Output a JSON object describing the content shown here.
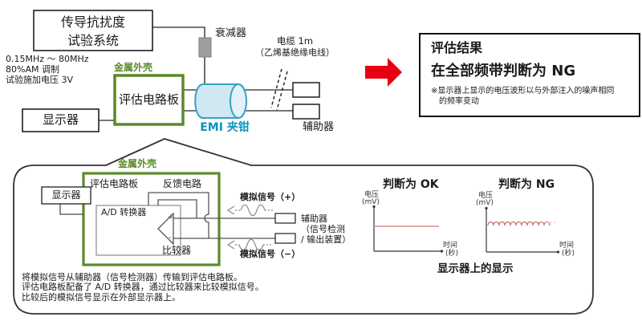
{
  "top": {
    "test_system_box": {
      "line1": "传导抗扰度",
      "line2": "试验系统"
    },
    "test_params": [
      "0.15MHz ～ 80MHz",
      "80%AM 调制",
      "试验施加电压 3V"
    ],
    "attenuator_label": "衰减器",
    "metal_case_label": "金属外壳",
    "eval_board_label": "评估电路板",
    "monitor_label": "显示器",
    "emi_clamp_label": "EMI 夹钳",
    "cable_label_line1": "电缆 1m",
    "cable_label_line2": "（乙烯基绝缘电线）",
    "aux_label": "辅助器"
  },
  "result": {
    "title": "评估结果",
    "verdict": "在全部频带判断为 NG",
    "note_line1": "※显示器上显示的电压波形以与外部注入的噪声相同",
    "note_line2": "的频率变动"
  },
  "detail": {
    "metal_case_label": "金属外壳",
    "eval_board_label": "评估电路板",
    "feedback_label": "反馈电路",
    "monitor_label": "显示器",
    "adc_label": "A/D 转换器",
    "comparator_label": "比较器",
    "plus_mark": "+",
    "minus_mark": "-",
    "analog_plus_label": "模拟信号（+）",
    "analog_minus_label": "模拟信号（−）",
    "aux_line1": "辅助器",
    "aux_line2": "（信号检测",
    "aux_line3": "/ 输出装置）",
    "description": [
      "将模拟信号从辅助器（信号检测器）传输到评估电路板。",
      "评估电路板配备了 A/D 转换器，通过比较器来比较模拟信号。",
      "比较后的模拟信号显示在外部显示器上。"
    ],
    "charts_caption": "显示器上的显示",
    "ok_chart": {
      "title": "判断为 OK",
      "ylabel1": "电压",
      "ylabel2": "(mV)",
      "xlabel1": "时间",
      "xlabel2": "(秒)"
    },
    "ng_chart": {
      "title": "判断为 NG",
      "ylabel1": "电压",
      "ylabel2": "(mV)",
      "xlabel1": "时间",
      "xlabel2": "(秒)"
    }
  },
  "colors": {
    "accent_green": "#5a8a2a",
    "emi_teal_text": "#0e93bf",
    "emi_clamp_fill": "#cfe8f1",
    "emi_clamp_stroke": "#3aa2c4",
    "arrow_red": "#e60012",
    "ok_line_red": "#d4908c",
    "ng_wave_red": "#c4736c",
    "attenuator_gray": "#9e9e9e"
  }
}
